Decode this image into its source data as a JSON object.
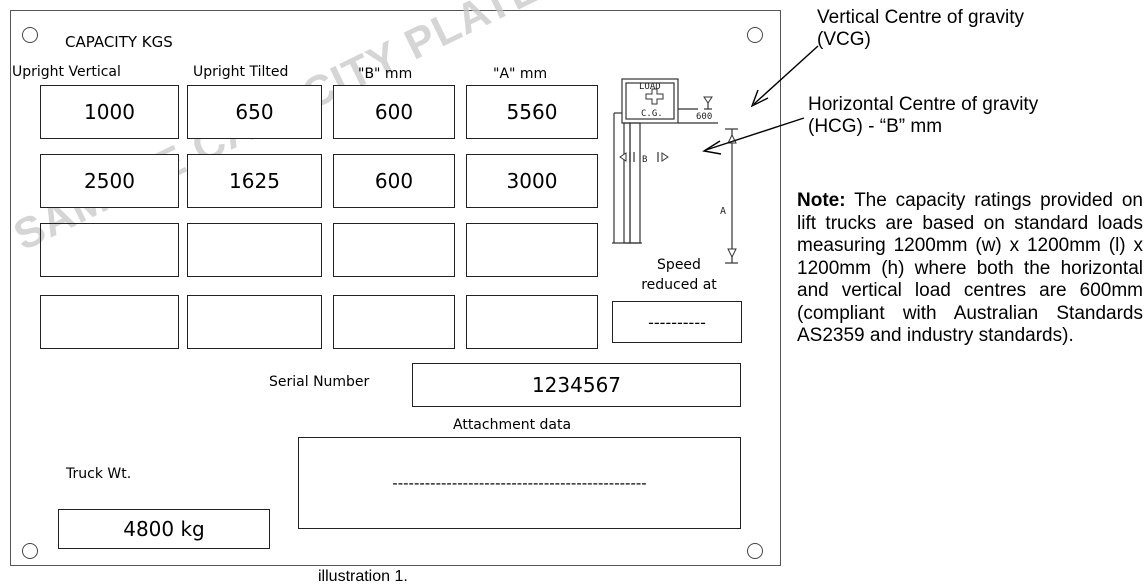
{
  "plate": {
    "title": "CAPACITY KGS",
    "columns": [
      "Upright Vertical",
      "Upright Tilted",
      "\"B\" mm",
      "\"A\" mm"
    ],
    "rows": [
      [
        "1000",
        "650",
        "600",
        "5560"
      ],
      [
        "2500",
        "1625",
        "600",
        "3000"
      ],
      [
        "",
        "",
        "",
        ""
      ],
      [
        "",
        "",
        "",
        ""
      ]
    ],
    "watermark": "SAMPLE CAPACITY PLATE",
    "speed_label": "Speed\nreduced at",
    "speed_value": "----------",
    "serial_label": "Serial Number",
    "serial_value": "1234567",
    "attachment_label": "Attachment data",
    "attachment_value": "-----------------------------------------------",
    "truck_wt_label": "Truck Wt.",
    "truck_wt_value": "4800 kg"
  },
  "diagram": {
    "load_text": "LOAD",
    "cg_text": "C.G.",
    "vcg_value": "600",
    "b_label": "B",
    "a_label": "A"
  },
  "caption": "illustration 1.",
  "annotations": {
    "vcg": "Vertical Centre of gravity\n(VCG)",
    "hcg": "Horizontal Centre of gravity\n(HCG) - “B” mm"
  },
  "note": {
    "heading": "Note:",
    "body": "The capacity ratings provided on lift trucks are based on standard loads measuring 1200mm (w) x 1200mm (l) x 1200mm (h) where both the horizontal and vertical load centres are 600mm (compliant with Australian Standards AS2359 and industry standards)."
  }
}
